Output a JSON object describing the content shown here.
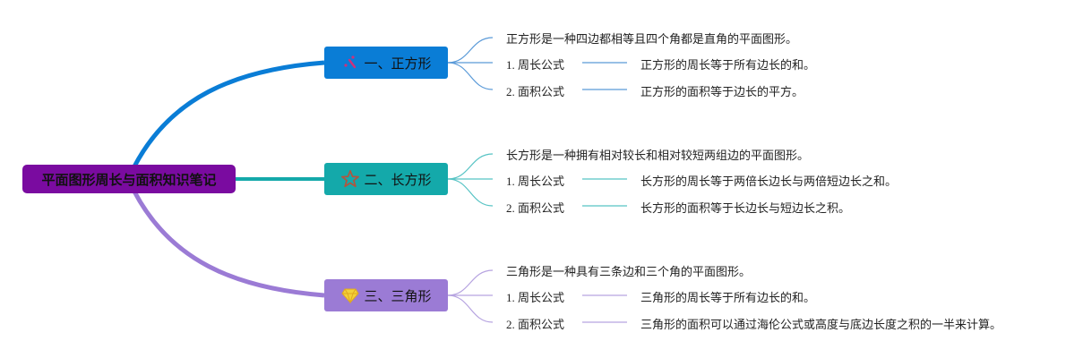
{
  "root": {
    "title": "平面图形周长与面积知识笔记",
    "color": "#7A0BA0"
  },
  "branches": [
    {
      "title": "一、正方形",
      "icon": "sparkle-icon",
      "color": "#0A7DD6",
      "line_color": "#5A9AD8",
      "description": "正方形是一种四边都相等且四个角都是直角的平面图形。",
      "items": [
        {
          "label": "1. 周长公式",
          "value": "正方形的周长等于所有边长的和。"
        },
        {
          "label": "2. 面积公式",
          "value": "正方形的面积等于边长的平方。"
        }
      ]
    },
    {
      "title": "二、长方形",
      "icon": "star-icon",
      "color": "#14A9AA",
      "line_color": "#56C3C4",
      "description": "长方形是一种拥有相对较长和相对较短两组边的平面图形。",
      "items": [
        {
          "label": "1. 周长公式",
          "value": "长方形的周长等于两倍长边长与两倍短边长之和。"
        },
        {
          "label": "2. 面积公式",
          "value": "长方形的面积等于长边长与短边长之积。"
        }
      ]
    },
    {
      "title": "三、三角形",
      "icon": "diamond-icon",
      "color": "#9B7BD5",
      "line_color": "#B6A3E0",
      "description": "三角形是一种具有三条边和三个角的平面图形。",
      "items": [
        {
          "label": "1. 周长公式",
          "value": "三角形的周长等于所有边长的和。"
        },
        {
          "label": "2. 面积公式",
          "value": "三角形的面积可以通过海伦公式或高度与底边长度之积的一半来计算。"
        }
      ]
    }
  ]
}
